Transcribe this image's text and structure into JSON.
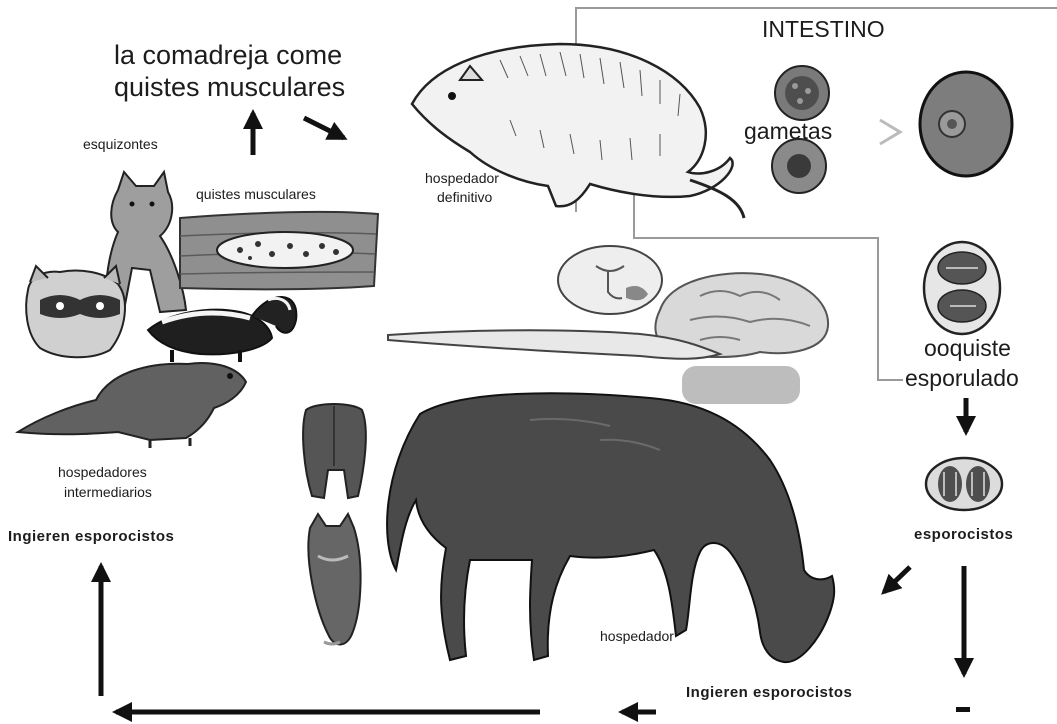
{
  "labels": {
    "weasel_eats": "la comadreja come",
    "muscle_cysts_big": "quistes musculares",
    "esquizontes": "esquizontes",
    "muscle_cysts_small": "quistes musculares",
    "definitive_host_1": "hospedador",
    "definitive_host_2": "definitivo",
    "intestine": "INTESTINO",
    "gametes": "gametas",
    "oocyst_1": "ooquiste",
    "oocyst_2": "esporulado",
    "sporocysts": "esporocistos",
    "intermediate_hosts_1": "hospedadores",
    "intermediate_hosts_2": "intermediarios",
    "ingest_left": "Ingieren esporocistos",
    "horse_host": "hospedador",
    "ingest_bottom": "Ingieren esporocistos"
  },
  "colors": {
    "ink": "#1a1a1a",
    "horse": "#4a4a4a",
    "line": "#9a9a9a"
  }
}
